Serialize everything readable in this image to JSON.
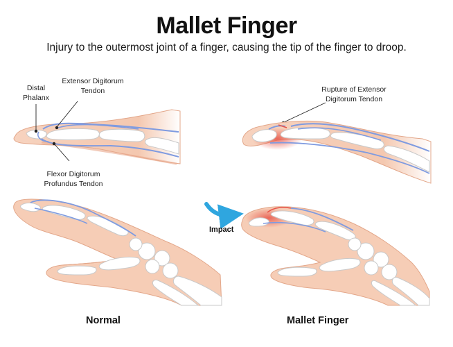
{
  "title": "Mallet Finger",
  "subtitle": "Injury to the outermost joint of a finger, causing the tip of the finger to droop.",
  "labels": {
    "distal_phalanx": [
      "Distal",
      "Phalanx"
    ],
    "extensor_tendon": [
      "Extensor Digitorum",
      "Tendon"
    ],
    "flexor_tendon": [
      "Flexor Digitorum",
      "Profundus Tendon"
    ],
    "rupture": [
      "Rupture of Extensor",
      "Digitorum Tendon"
    ],
    "impact": "Impact"
  },
  "captions": {
    "normal": "Normal",
    "mallet": "Mallet Finger"
  },
  "colors": {
    "skin": "#f6cdb6",
    "skin_outline": "#e3a78a",
    "bone": "#ffffff",
    "bone_outline": "#c9c9c9",
    "tendon": "#7f9be0",
    "injury": "#e8564a",
    "arrow": "#2fa6df"
  }
}
